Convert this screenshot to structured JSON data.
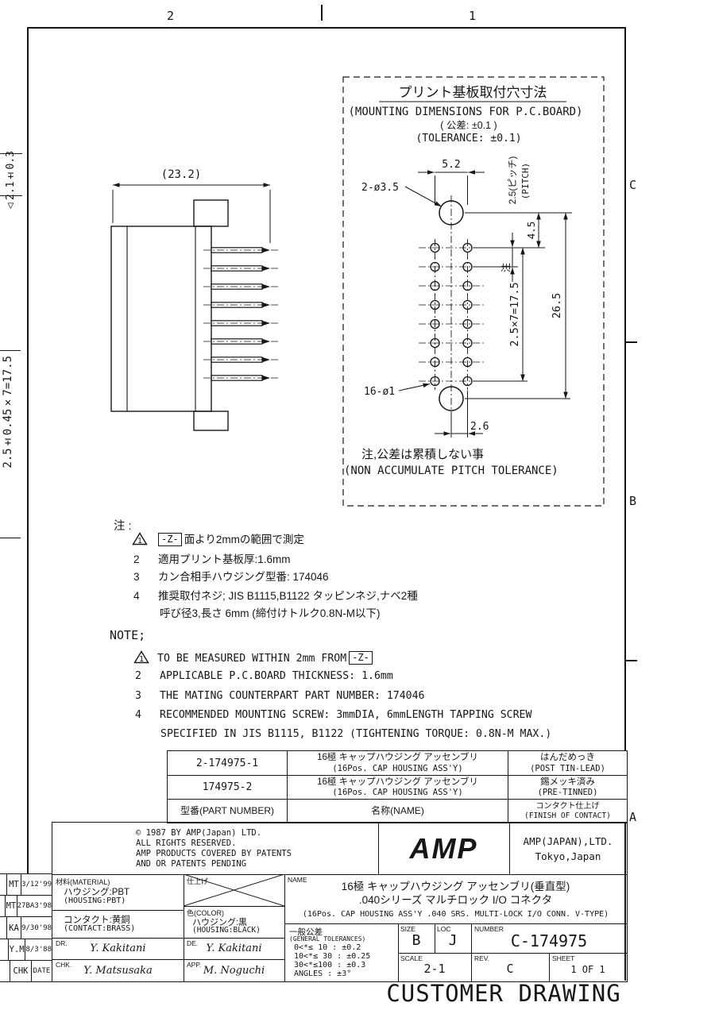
{
  "frame": {
    "zone_2": "2",
    "zone_1": "1",
    "zone_c": "C",
    "zone_b": "B",
    "zone_a": "A"
  },
  "left_edge": {
    "dim_top": "△2.1±0.3",
    "dim_mid": "2.5±0.45×7=17.5"
  },
  "side_view": {
    "overall_width": "(23.2)"
  },
  "pcb_view": {
    "title_jp": "プリント基板取付穴寸法",
    "title_en": "(MOUNTING DIMENSIONS FOR P.C.BOARD)",
    "tolerance_jp": "( 公差: ±0.1 )",
    "tolerance_en": "(TOLERANCE: ±0.1)",
    "dim_col_span": "5.2",
    "label_big_holes": "2-ø3.5",
    "dim_pitch": "2.5(ピッチ)",
    "dim_pitch_en": "(PITCH)",
    "dim_top_offset": "4.5",
    "note_ref": "注",
    "dim_total_pitch": "2.5×7=17.5",
    "dim_hole_span": "26.5",
    "label_small_holes": "16-ø1",
    "dim_half_span": "2.6",
    "footnote_jp": "注,公差は累積しない事",
    "footnote_en": "(NON ACCUMULATE PITCH TOLERANCE)"
  },
  "notes_jp": {
    "header": "注 :",
    "item1": {
      "marker": "1",
      "datum": "-Z-",
      "text": "面より2mmの範囲で測定"
    },
    "item2": {
      "num": "2",
      "text": "適用プリント基板厚:1.6mm"
    },
    "item3": {
      "num": "3",
      "text": "カン合相手ハウジング型番:  174046"
    },
    "item4": {
      "num": "4",
      "text": "推奨取付ネジ; JIS B1115,B1122 タッピンネジ,ナベ2種",
      "text2": "呼び径3,長さ 6mm (締付けトルク0.8N-M以下)"
    }
  },
  "notes_en": {
    "header": "NOTE;",
    "item1": {
      "marker": "1",
      "text": "TO BE MEASURED WITHIN 2mm FROM",
      "datum": "-Z-"
    },
    "item2": {
      "num": "2",
      "text": "APPLICABLE P.C.BOARD THICKNESS: 1.6mm"
    },
    "item3": {
      "num": "3",
      "text": "THE MATING COUNTERPART PART NUMBER: 174046"
    },
    "item4": {
      "num": "4",
      "text": "RECOMMENDED MOUNTING SCREW: 3mmDIA, 6mmLENGTH TAPPING SCREW",
      "text2": "SPECIFIED IN JIS B1115, B1122 (TIGHTENING TORQUE: 0.8N-M MAX.)"
    }
  },
  "part_table": {
    "rows": [
      {
        "pn": "2-174975-1",
        "name_jp": "16極 キャップハウジング アッセンブリ",
        "name_en": "(16Pos. CAP HOUSING ASS'Y)",
        "finish_jp": "はんだめっき",
        "finish_en": "(POST TIN-LEAD)"
      },
      {
        "pn": "174975-2",
        "name_jp": "16極 キャップハウジング アッセンブリ",
        "name_en": "(16Pos. CAP HOUSING ASS'Y)",
        "finish_jp": "錫メッキ済み",
        "finish_en": "(PRE-TINNED)"
      }
    ],
    "header_pn": "型番(PART NUMBER)",
    "header_name": "名称(NAME)",
    "header_finish_1": "コンタクト仕上げ",
    "header_finish_2": "(FINISH OF CONTACT)"
  },
  "title_block": {
    "copyright": [
      "© 1987 BY AMP(Japan) LTD.",
      "ALL RIGHTS RESERVED.",
      "AMP PRODUCTS COVERED BY PATENTS",
      "AND OR PATENTS PENDING"
    ],
    "logo": "AMP",
    "company_1": "AMP(JAPAN),LTD.",
    "company_2": "Tokyo,Japan",
    "material_label": "材料(MATERIAL)",
    "material_1": "ハウジング:PBT",
    "material_1_en": "(HOUSING:PBT)",
    "material_2": "コンタクト:黄銅",
    "material_2_en": "(CONTACT:BRASS)",
    "finish_label": "仕上げ",
    "color_label": "色(COLOR)",
    "color_1": "ハウジング:黒",
    "color_2": "(HOUSING:BLACK)",
    "dr_label": "DR.",
    "dr_sig": "Y. Kakitani",
    "de_label": "DE.",
    "de_sig": "Y. Kakitani",
    "chk_label": "CHK.",
    "chk_sig": "Y. Matsusaka",
    "app_label": "APP.",
    "app_sig": "M. Noguchi",
    "name_label": "NAME",
    "name_1": "16極 キャップハウジング アッセンブリ(垂直型)",
    "name_2": ".040シリーズ  マルチロック I/O コネクタ",
    "name_3": "(16Pos. CAP HOUSING ASS'Y .040 SRS. MULTI-LOCK I/O CONN. V-TYPE)",
    "tol_label_jp": "一般公差",
    "tol_label_en": "(GENERAL TOLERANCES)",
    "tol_1": "0<*≤ 10 : ±0.2",
    "tol_2": "10<*≤ 30 : ±0.25",
    "tol_3": "30<*≤100 : ±0.3",
    "tol_4": "ANGLES : ±3°",
    "size_label": "SIZE",
    "size_value": "B",
    "loc_label": "LOC",
    "loc_value": "J",
    "number_label": "NUMBER",
    "number_value": "C-174975",
    "scale_label": "SCALE",
    "scale_value": "2-1",
    "rev_label": "REV.",
    "rev_value": "C",
    "sheet_label": "SHEET",
    "sheet_value": "1 OF 1"
  },
  "revision_table": {
    "rows": [
      {
        "who": "MT",
        "date": "3/12'99"
      },
      {
        "who": "MT",
        "date": "27BA3'98"
      },
      {
        "who": "KA",
        "date": "9/30'98"
      },
      {
        "who": "Y.M",
        "date": "8/3'88"
      }
    ],
    "footer_who": "CHK",
    "footer_date": "DATE"
  },
  "footer": {
    "title": "CUSTOMER DRAWING"
  }
}
